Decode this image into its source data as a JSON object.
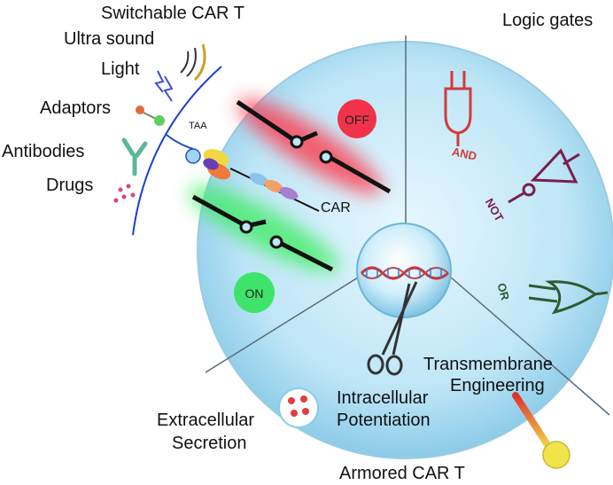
{
  "labels": {
    "switchable": "Switchable CAR T",
    "ultrasound": "Ultra sound",
    "light": "Light",
    "adaptors": "Adaptors",
    "antibodies": "Antibodies",
    "drugs": "Drugs",
    "taa": "TAA",
    "car": "CAR",
    "logic_gates": "Logic gates",
    "transmembrane": "Transmembrane",
    "engineering": "Engineering",
    "intracellular": "Intracellular",
    "potentiation": "Potentiation",
    "extracellular": "Extracellular",
    "secretion": "Secretion",
    "armored": "Armored CAR T"
  },
  "switch_states": {
    "off": "OFF",
    "on": "ON"
  },
  "gates": {
    "and": "AND",
    "not": "NOT",
    "or": "OR"
  },
  "colors": {
    "cell_fill": "#bfe6f7",
    "cell_edge": "#8ccbe8",
    "off_glow": "#ff3344",
    "on_glow": "#33ee55",
    "and_gate": "#d23a3a",
    "not_gate": "#7a1f4a",
    "or_gate": "#2e5a2e",
    "membrane": "#1a3fcf"
  }
}
